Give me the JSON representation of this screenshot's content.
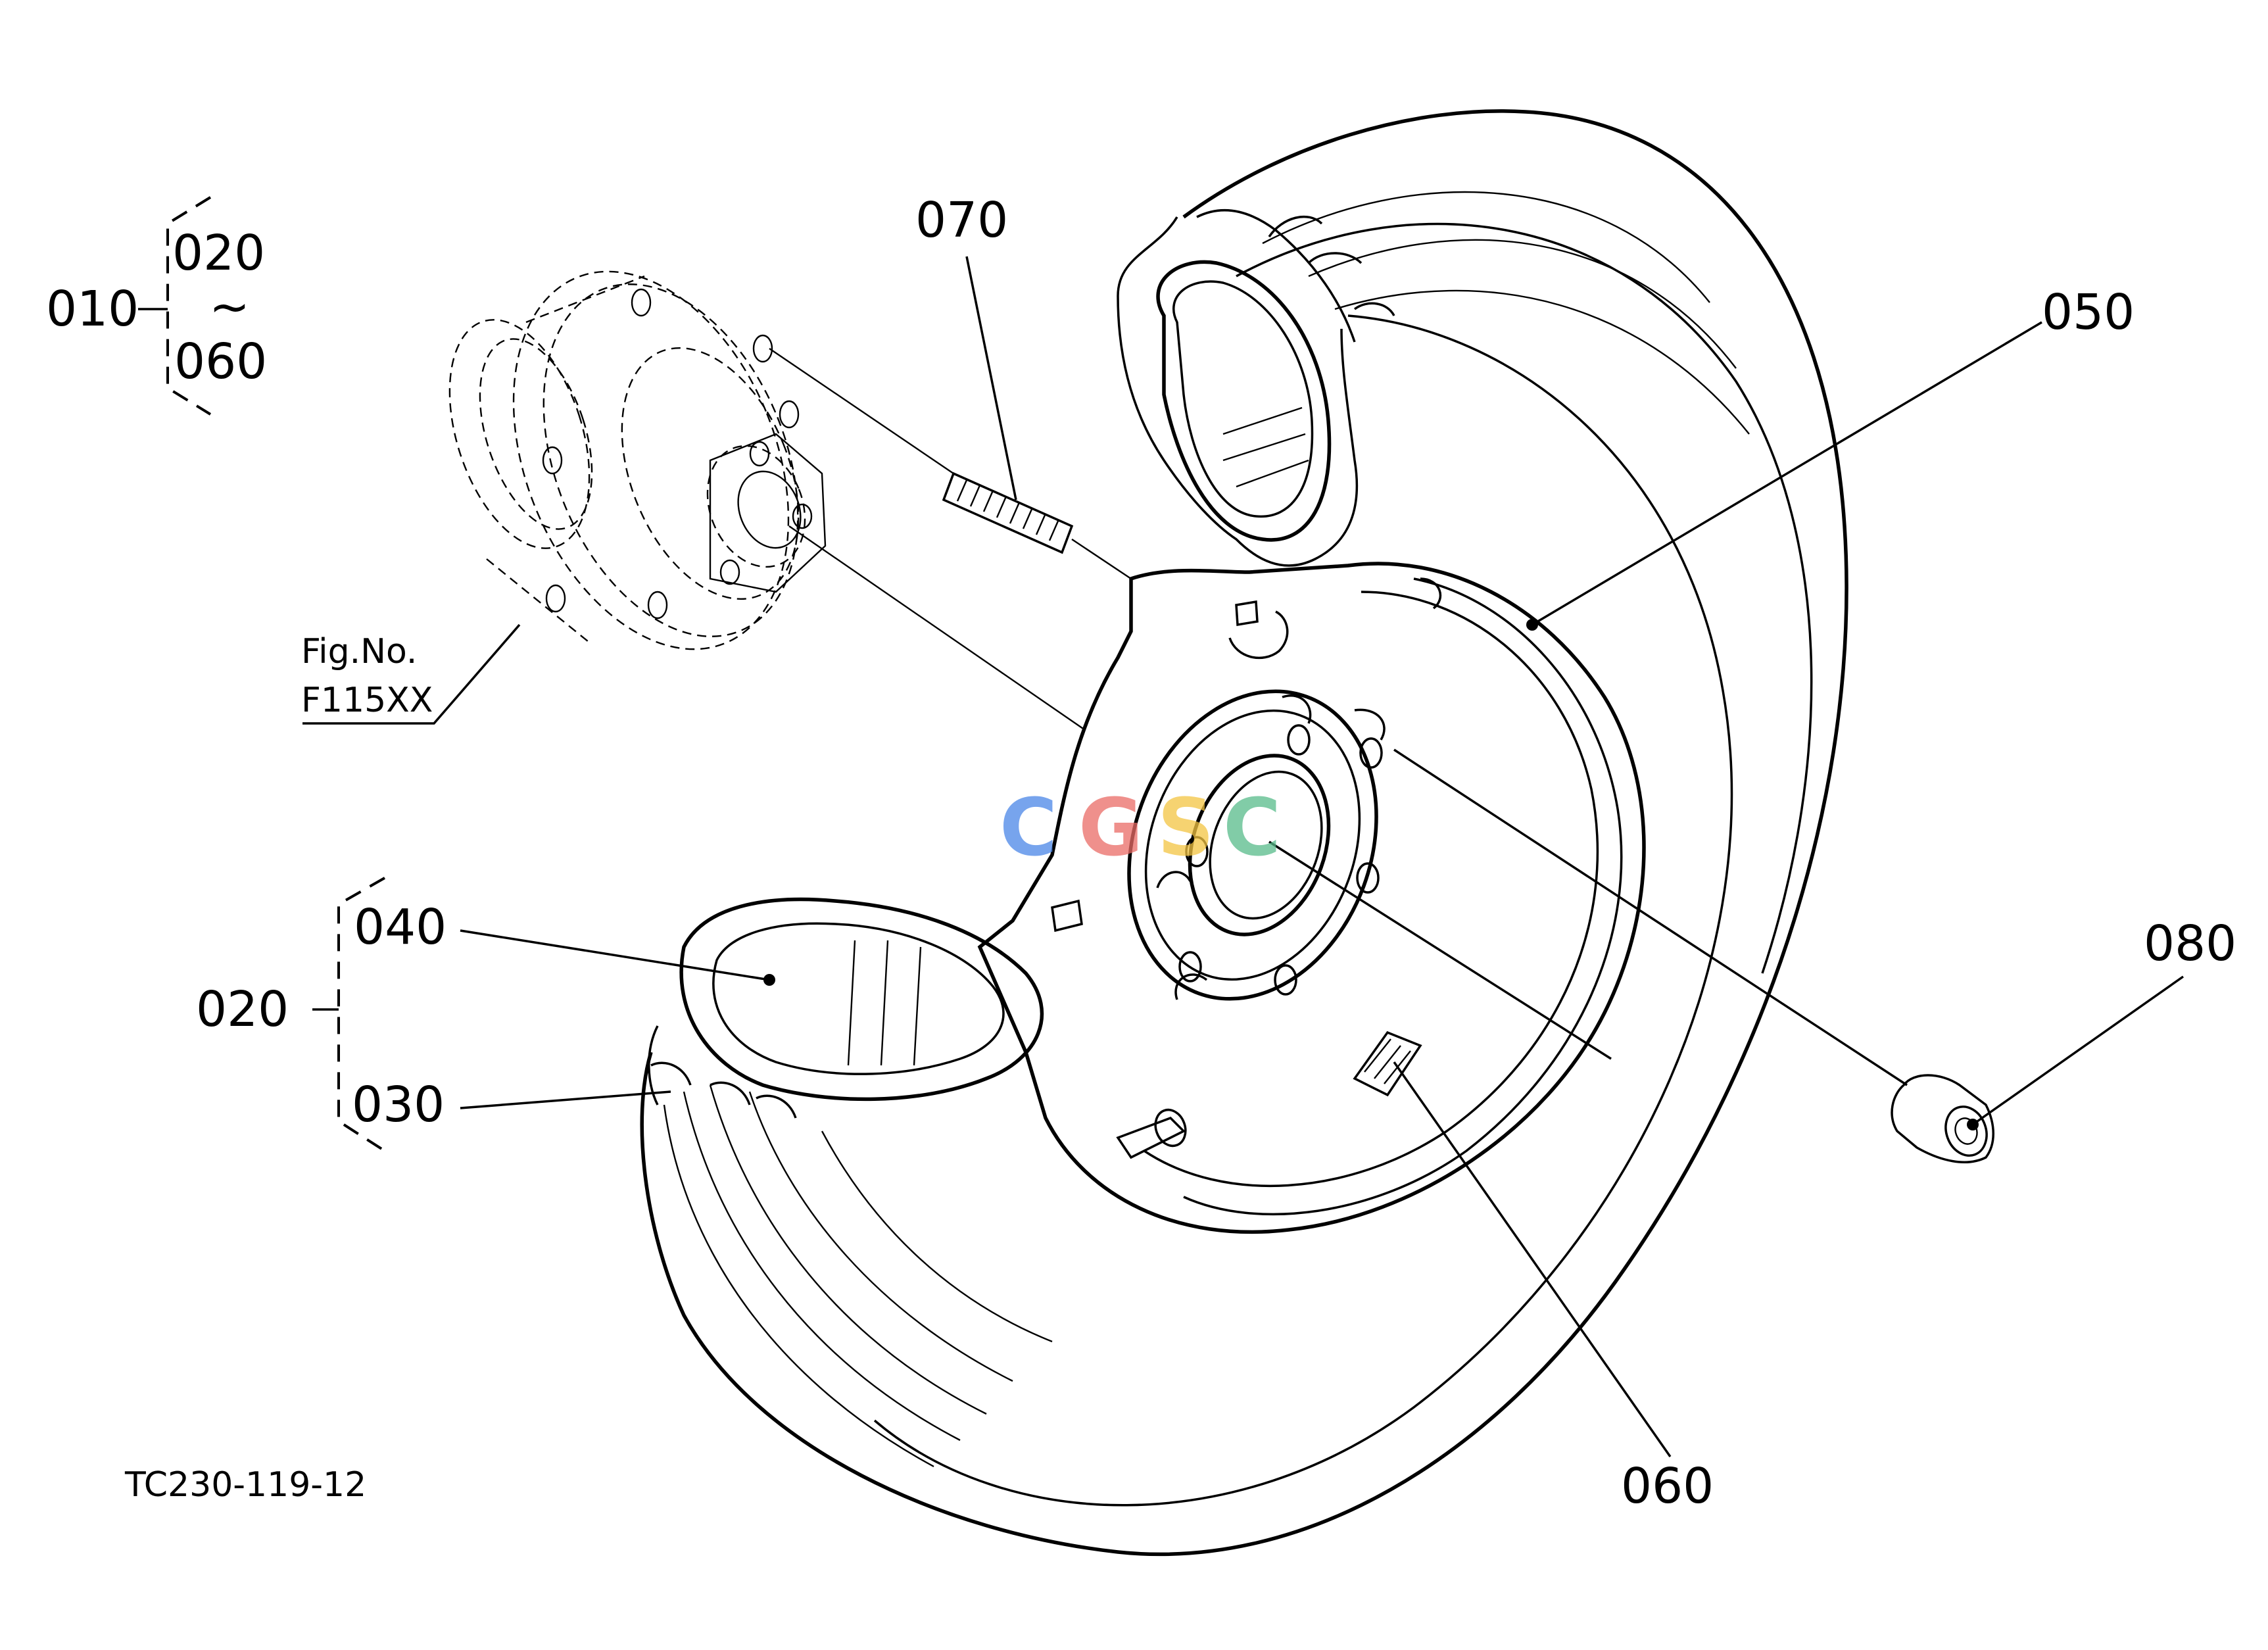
{
  "diagram": {
    "labels": {
      "p010": "010",
      "p020_top": "020",
      "tilde": "~",
      "p060_top": "060",
      "p070": "070",
      "p050": "050",
      "p080": "080",
      "p040": "040",
      "p020": "020",
      "p030": "030",
      "p060": "060",
      "fig_line1": "Fig.No.",
      "fig_line2": "F115XX",
      "code": "TC230-119-12"
    },
    "watermark": {
      "letters": [
        "C",
        "G",
        "S",
        "C"
      ],
      "colors": [
        "#4a86e8",
        "#ea6b66",
        "#f4c542",
        "#57bb8a"
      ]
    }
  }
}
